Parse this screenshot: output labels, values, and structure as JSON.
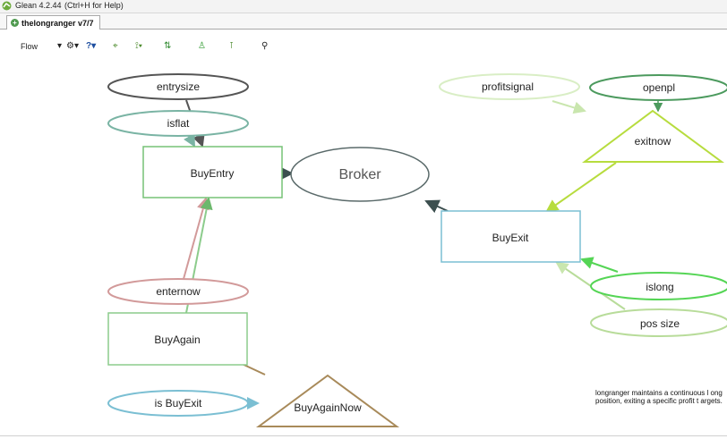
{
  "window": {
    "title": "Glean 4.2.44",
    "help_hint": "(Ctrl+H for Help)"
  },
  "tab": {
    "label": "thelongranger v7/7"
  },
  "toolbar": {
    "flow_label": "Flow",
    "icons": [
      "gear-icon",
      "help-icon",
      "target-icon",
      "tree-icon",
      "arrows-icon",
      "runner-icon",
      "node-icon",
      "search-icon"
    ]
  },
  "nodes": {
    "entrysize": "entrysize",
    "isflat": "isflat",
    "buyentry": "BuyEntry",
    "broker": "Broker",
    "profitsignal": "profitsignal",
    "openpl": "openpl",
    "exitnow": "exitnow",
    "buyexit": "BuyExit",
    "islong": "islong",
    "possize": "pos size",
    "enternow": "enternow",
    "buyagain": "BuyAgain",
    "isbuyexit": "is BuyExit",
    "buyagainnow": "BuyAgainNow"
  },
  "description": "longranger maintains a continuous l ong position, exiting a specific profit t argets.",
  "colors": {
    "gray": "#555555",
    "teal": "#7ab4a4",
    "green": "#76c276",
    "dark_green": "#4c9a5e",
    "light_green": "#b8dc9a",
    "yellow_green": "#b7dc3e",
    "bright_green": "#55d555",
    "pink": "#d29a9a",
    "blue": "#7bbfd3",
    "brown": "#a88a5a"
  }
}
